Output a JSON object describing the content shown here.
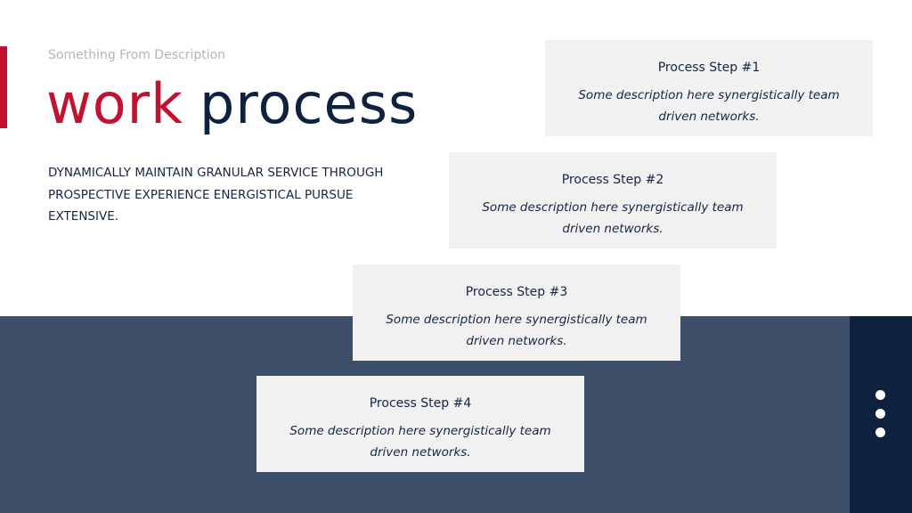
{
  "colors": {
    "accent": "#c1122f",
    "navy": "#0e2240",
    "band": "#3e5069",
    "card_bg": "#f1f1f1"
  },
  "header": {
    "subtitle": "Something From Description",
    "title_word1": "work",
    "title_word2": "process",
    "description": "DYNAMICALLY MAINTAIN GRANULAR SERVICE THROUGH PROSPECTIVE EXPERIENCE ENERGISTICAL PURSUE EXTENSIVE."
  },
  "steps": [
    {
      "title": "Process Step #1",
      "description": "Some description here synergistically team driven networks."
    },
    {
      "title": "Process Step #2",
      "description": "Some description here synergistically team driven networks."
    },
    {
      "title": "Process Step #3",
      "description": "Some description here synergistically team driven networks."
    },
    {
      "title": "Process Step #4",
      "description": "Some description here synergistically team driven networks."
    }
  ],
  "menu_icon": "vertical-dots-icon"
}
